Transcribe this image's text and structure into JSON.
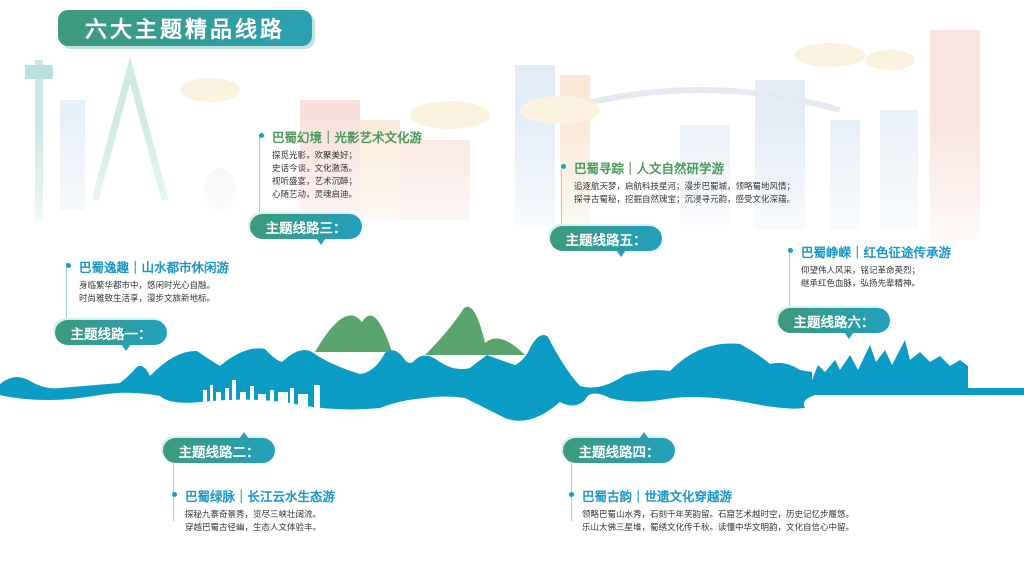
{
  "title": "六大主题精品线路",
  "routes": [
    {
      "badge": "主题线路一：",
      "title": "巴蜀逸趣｜山水都市休闲游",
      "desc": [
        "身临繁华都市中，悠闲时光心自融。",
        "时尚雅致生活享，漫步文旅新地标。"
      ]
    },
    {
      "badge": "主题线路二：",
      "title": "巴蜀绿脉｜长江云水生态游",
      "desc": [
        "探秘九寨奇景秀，览尽三峡壮阔流。",
        "穿越巴蜀古径幽，生态人文体验丰。"
      ]
    },
    {
      "badge": "主题线路三：",
      "title": "巴蜀幻境｜光影艺术文化游",
      "desc": [
        "探觅光影，欢聚美好；",
        "史话今谈，文化激荡。",
        "视听盛宴，艺术沉醉；",
        "心随艺动，灵魂启迪。"
      ]
    },
    {
      "badge": "主题线路四：",
      "title": "巴蜀古韵｜世遗文化穿越游",
      "desc": [
        "领略巴蜀山水秀，石刻千年芙韵留。石窟艺术越时空，历史记忆步履悠。",
        "乐山大佛三星堆，蜀绣文化传千秋。读懂中华文明韵，文化自信心中留。"
      ]
    },
    {
      "badge": "主题线路五：",
      "title": "巴蜀寻踪｜人文自然研学游",
      "desc": [
        "追逐航天梦，启航科技星河；漫步巴蜀城，领略蜀地风情；",
        "探寻古蜀秘，挖掘自然瑰宝；沉浸寻元韵，感受文化深蕴。"
      ]
    },
    {
      "badge": "主题线路六：",
      "title": "巴蜀峥嵘｜红色征途传承游",
      "desc": [
        "仰望伟人风采，铭记革命英烈；",
        "继承红色血脉，弘扬先辈精神。"
      ]
    }
  ],
  "colors": {
    "blue": "#0a9cc4",
    "green": "#5aa46e",
    "accent": "#2aa0b3"
  }
}
